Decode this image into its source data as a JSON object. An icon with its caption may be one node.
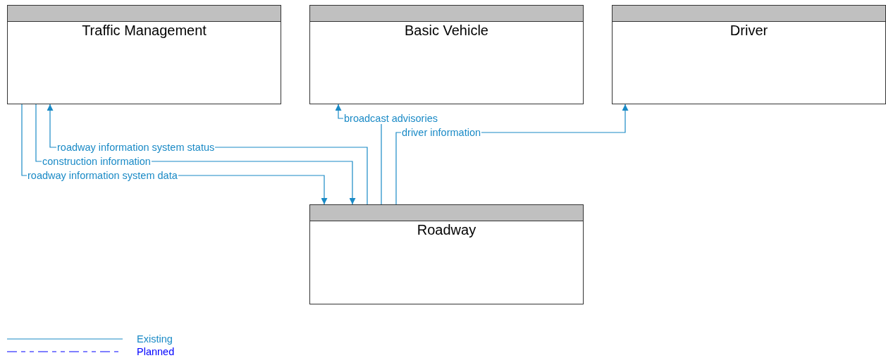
{
  "diagram": {
    "nodes": [
      {
        "text": [
          "Traffic Management"
        ]
      },
      {
        "text": [
          "Basic Vehicle"
        ]
      },
      {
        "text": [
          "Driver"
        ]
      },
      {
        "text": [
          "Roadway"
        ]
      }
    ],
    "edges": [
      {
        "from": 3,
        "to": 0,
        "arrow": "to",
        "label": "roadway information system status"
      },
      {
        "from": 0,
        "to": 3,
        "arrow": "to",
        "label": "construction information"
      },
      {
        "from": 0,
        "to": 3,
        "arrow": "to",
        "label": "roadway information system data"
      },
      {
        "from": 3,
        "to": 1,
        "arrow": "to",
        "label": "broadcast advisories"
      },
      {
        "from": 3,
        "to": 2,
        "arrow": "to",
        "label": "driver information"
      }
    ],
    "legend": [
      {
        "text": "Existing"
      },
      {
        "text": "Planned"
      }
    ]
  }
}
